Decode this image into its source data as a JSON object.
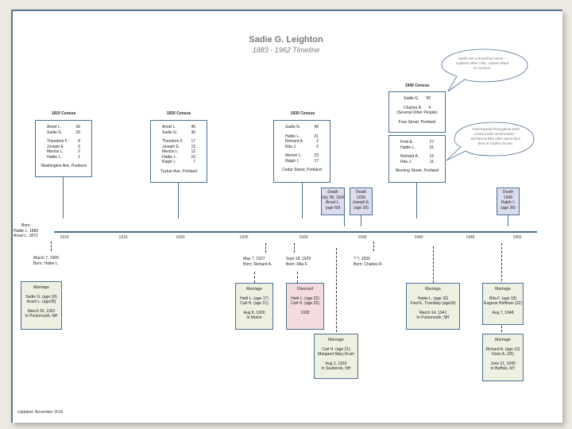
{
  "header": {
    "title": "Sadie G. Leighton",
    "subtitle": "1883 - 1962 Timeline"
  },
  "census": [
    {
      "label": "1910 Census",
      "groups": [
        [
          {
            "name": "Ansel L.",
            "age": "36"
          },
          {
            "name": "Sadie G.",
            "age": "26"
          }
        ],
        [
          {
            "name": "Theodore F.",
            "age": "8"
          },
          {
            "name": "Joseph E.",
            "age": "5"
          },
          {
            "name": "Merton L.",
            "age": "2"
          },
          {
            "name": "Hattie L.",
            "age": "1"
          }
        ]
      ],
      "address": "Washington Ave, Portland"
    },
    {
      "label": "1920 Census",
      "groups": [
        [
          {
            "name": "Ansel L.",
            "age": "46"
          },
          {
            "name": "Sadie G.",
            "age": "36"
          }
        ],
        [
          {
            "name": "Theodore F.",
            "age": "17"
          },
          {
            "name": "Joseph E.",
            "age": "15"
          },
          {
            "name": "Merton L.",
            "age": "12"
          },
          {
            "name": "Hattie L.",
            "age": "10"
          },
          {
            "name": "Ralph I.",
            "age": "7"
          }
        ]
      ],
      "address": "Tucker Ave, Portland"
    },
    {
      "label": "1930 Census",
      "groups": [
        [
          {
            "name": "Sadie G.",
            "age": "46"
          }
        ],
        [
          {
            "name": "Hattie L.",
            "age": "21"
          },
          {
            "name": "Richard A.",
            "age": "2"
          },
          {
            "name": "Rita J.",
            "age": "0"
          }
        ],
        [
          {
            "name": "Merton L.",
            "age": "23"
          },
          {
            "name": "Ralph I.",
            "age": "17"
          }
        ]
      ],
      "address": "Cedar Street, Portland"
    },
    {
      "label": "1940 Census",
      "box1": {
        "rows": [
          {
            "name": "Sadie G.",
            "age": "56"
          },
          {
            "name": "Charles R.",
            "age": "4"
          }
        ],
        "extra": "(Several Other People)",
        "address": "Free Street, Portland"
      },
      "box2": {
        "groups": [
          [
            {
              "name": "Fred E.",
              "age": "27"
            },
            {
              "name": "Hattie L.",
              "age": "31"
            }
          ],
          [
            {
              "name": "Richard A.",
              "age": "13"
            },
            {
              "name": "Rita J.",
              "age": "11"
            }
          ]
        ],
        "address": "Morning Street, Portland"
      }
    }
  ],
  "callouts": {
    "rooming_house": "Sadie ran a Rooming House – explains other misc. names listed on Census.",
    "fred_travel": "Fred traveled throughout East Coast (road construction) – Richard & Rita often spent their time at Sadie's house."
  },
  "deaths": [
    {
      "lines": [
        "Death",
        "July 28, 1934",
        "Ansel L.",
        "(age 60)"
      ]
    },
    {
      "lines": [
        "Death",
        "1935",
        "Joseph E.",
        "(age 30)"
      ]
    },
    {
      "lines": [
        "Death",
        "1949",
        "Ralph I.",
        "(age 36)"
      ]
    }
  ],
  "born_label": {
    "lines": [
      "Born:",
      "Hattie L. 1883",
      "Ansel L. 1873"
    ]
  },
  "axis": {
    "ticks": [
      "1910",
      "1915",
      "1920",
      "1925",
      "1930",
      "1935",
      "1940",
      "1945",
      "1950"
    ]
  },
  "births": [
    {
      "date": "March 7, 1909",
      "text": "Born: Hattie L."
    },
    {
      "date": "May 7, 1927",
      "text": "Born: Richard A."
    },
    {
      "date": "Sept 18, 1929",
      "text": "Born: Rita F."
    },
    {
      "date": "? ?, 1936",
      "text": "Born: Charles R."
    }
  ],
  "events": [
    {
      "type": "Marriage",
      "people": [
        "Sadie G. (age 18)",
        "Ansel L. (age28)"
      ],
      "date": "March 26, 1902",
      "place": "In Portsmouth, NH"
    },
    {
      "type": "Marriage",
      "people": [
        "Hatti L. (age 17)",
        "Carl H. (age 21)"
      ],
      "date": "Aug 8, 1926",
      "place": "In Maine"
    },
    {
      "type": "Divorced",
      "people": [
        "Hatti L. (age 21)",
        "Carl H. (age 25)"
      ],
      "date": "1930",
      "place": ""
    },
    {
      "type": "Marriage",
      "people": [
        "Carl H. (age 21)",
        "Margaret Mary Krum"
      ],
      "date": "Aug 1, 1933",
      "place": "In Seabrook, NH"
    },
    {
      "type": "Marriage",
      "people": [
        "Hattie L. (age 32)",
        "Fred E. Trombley (age28)"
      ],
      "date": "March 14, 1941",
      "place": "In Portsmouth, NH"
    },
    {
      "type": "Marriage",
      "people": [
        "Rita F. (age 19)",
        "Eugene Hoffman (22)"
      ],
      "date": "Aug 7, 1948",
      "place": ""
    },
    {
      "type": "Marriage",
      "people": [
        "Richard A. (age 22)",
        "Doris A. (25)"
      ],
      "date": "June 11, 1949",
      "place": "In Buffalo, NY"
    }
  ],
  "footer": {
    "updated": "Updated: November 2016"
  },
  "colors": {
    "line": "#4a6f96",
    "death_fill": "#dcdcee",
    "marriage_fill": "#eef0e2",
    "divorce_fill": "#f3dbe0"
  }
}
